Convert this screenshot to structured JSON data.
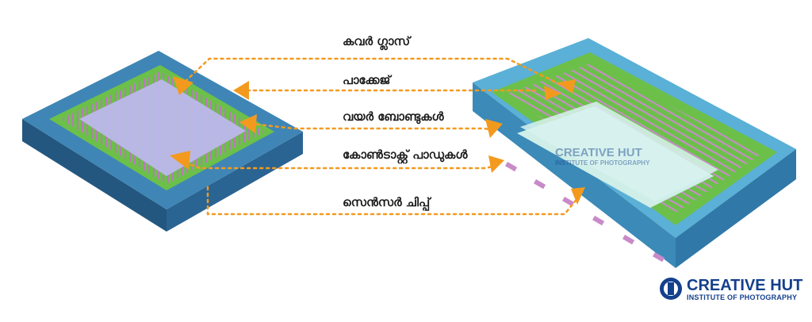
{
  "labels": [
    {
      "text": "കവർ ഗ്ലാസ്"
    },
    {
      "text": "പാക്കേജ്"
    },
    {
      "text": "വയർ ബോണ്ടുകൾ"
    },
    {
      "text": "കോൺടാക്റ്റ് പാഡുകൾ"
    },
    {
      "text": "സെൻസർ ചിപ്പ്"
    }
  ],
  "watermark": {
    "name": "CREATIVE HUT",
    "sub": "INSTITUTE OF PHOTOGRAPHY"
  },
  "logo": {
    "name": "CREATIVE HUT",
    "sub": "INSTITUTE OF PHOTOGRAPHY"
  },
  "colors": {
    "package_blue": "#2f6fa3",
    "package_top": "#3f8fc0",
    "substrate_green": "#6cc04a",
    "glass": "#b9b6e8",
    "arrow_orange": "#f39a1e",
    "brand_blue": "#14408c"
  }
}
